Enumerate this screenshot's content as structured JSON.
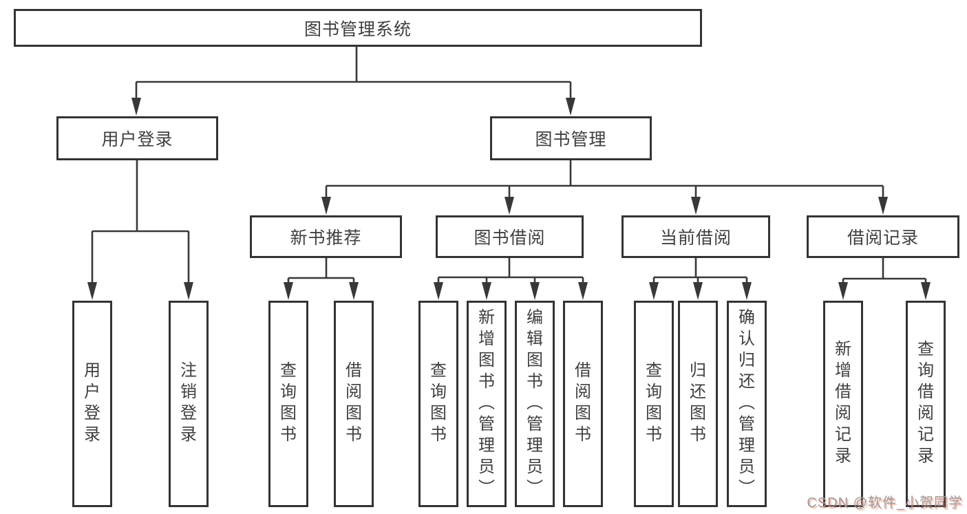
{
  "diagram": {
    "root": "图书管理系统",
    "branches": {
      "user": {
        "label": "用户登录",
        "children": [
          "用户登录",
          "注销登录"
        ]
      },
      "books": {
        "label": "图书管理",
        "children": [
          {
            "label": "新书推荐",
            "children": [
              "查询图书",
              "借阅图书"
            ]
          },
          {
            "label": "图书借阅",
            "children": [
              "查询图书",
              "新增图书（管理员）",
              "编辑图书（管理员）",
              "借阅图书"
            ]
          },
          {
            "label": "当前借阅",
            "children": [
              "查询图书",
              "归还图书",
              "确认归还（管理员）"
            ]
          },
          {
            "label": "借阅记录",
            "children": [
              "新增借阅记录",
              "查询借阅记录"
            ]
          }
        ]
      }
    }
  },
  "watermark": "CSDN @软件_小贺同学",
  "colors": {
    "line": "#383838",
    "box_border": "#333333",
    "text": "#3f3f3f",
    "watermark_gray": "#9a9a9a",
    "watermark_red": "#fc5531",
    "background": "#ffffff"
  }
}
